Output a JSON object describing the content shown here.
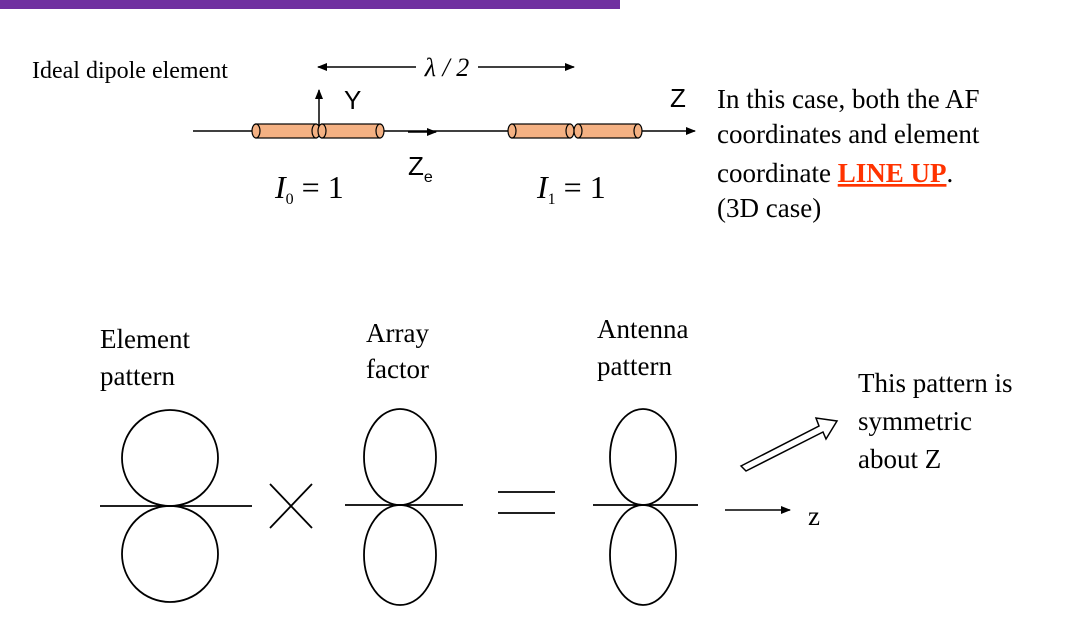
{
  "colors": {
    "top_bar": "#7030a0",
    "dipole_fill": "#f4b183",
    "highlight": "#ff3300",
    "ink": "#000000"
  },
  "top_diagram": {
    "label": "Ideal dipole element",
    "spacing": "λ / 2",
    "axis_y": "Y",
    "axis_z": "Z",
    "axis_ze": "Z",
    "axis_ze_sub": "e",
    "current_0": {
      "symbol": "I",
      "sub": "0",
      "eq": " = 1"
    },
    "current_1": {
      "symbol": "I",
      "sub": "1",
      "eq": " = 1"
    }
  },
  "note": {
    "line1": "In this case, both the AF",
    "line2": "coordinates and element",
    "line3_prefix": "coordinate ",
    "line3_highlight": "LINE UP",
    "line3_suffix": ".",
    "line4": "(3D case)"
  },
  "patterns": {
    "element": [
      "Element",
      "pattern"
    ],
    "array": [
      "Array",
      "factor"
    ],
    "antenna": [
      "Antenna",
      "pattern"
    ],
    "axis": "z"
  },
  "symmetry_note": [
    "This pattern is",
    "symmetric",
    "about Z"
  ]
}
